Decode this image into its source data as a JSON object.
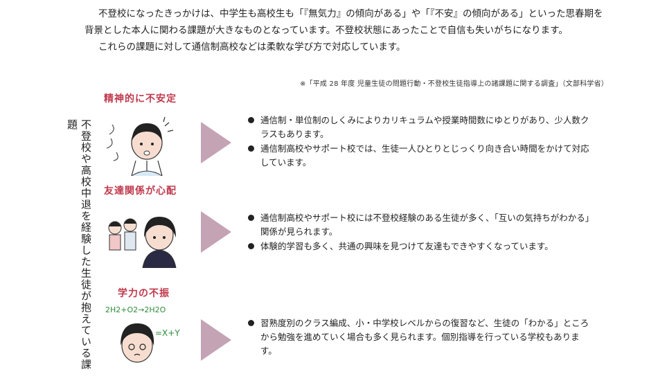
{
  "intro": {
    "p1": "不登校になったきっかけは、中学生も高校生も「『無気力』の傾向がある」や「『不安』の傾向がある」といった思春期を背景とした本人に関わる課題が大きなものとなっています。不登校状態にあったことで自信も失いがちになります。",
    "p2": "これらの課題に対して通信制高校などは柔軟な学び方で対応しています。"
  },
  "footnote": "※「平成 28 年度 児童生徒の問題行動・不登校生徒指導上の諸課題に関する調査」（文部科学省）",
  "vertical_title": "不登校や高校中退を経験した生徒が抱えている課題",
  "sections": [
    {
      "title": "精神的に不安定",
      "bullets": [
        "通信制・単位制のしくみによりカリキュラムや授業時間数にゆとりがあり、少人数クラスもあります。",
        "通信制高校やサポート校では、生徒一人ひとりとじっくり向き合い時間をかけて対応しています。"
      ]
    },
    {
      "title": "友達関係が心配",
      "bullets": [
        "通信制高校やサポート校には不登校経験のある生徒が多く、「互いの気持ちがわかる」関係が見られます。",
        "体験的学習も多く、共通の興味を見つけて友達もできやすくなっています。"
      ]
    },
    {
      "title": "学力の不振",
      "equation_left": "2H2+O2→2H2O",
      "equation_right": "=X+Y",
      "bullets": [
        "習熟度別のクラス編成、小・中学校レベルからの復習など、生徒の「わかる」ところから勉強を進めていく場合も多く見られます。個別指導を行っている学校もあります。"
      ]
    }
  ],
  "colors": {
    "title": "#c0394c",
    "arrow": "#c4a3b5"
  }
}
